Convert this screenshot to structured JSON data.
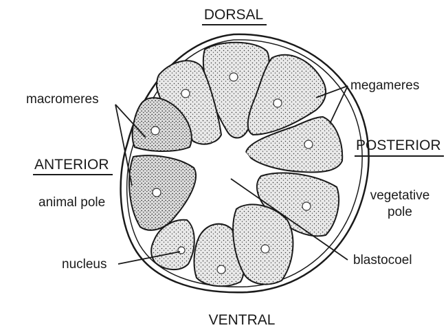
{
  "figure": {
    "orientation": {
      "dorsal": "DORSAL",
      "ventral": "VENTRAL",
      "anterior": "ANTERIOR",
      "posterior": "POSTERIOR"
    },
    "labels": {
      "macromeres": "macromeres",
      "megameres": "megameres",
      "animal_pole": "animal pole",
      "vegetative_line1": "vegetative",
      "vegetative_line2": "pole",
      "nucleus": "nucleus",
      "blastocoel": "blastocoel"
    }
  },
  "colors": {
    "ink": "#1a1a1a",
    "cell_fill": "#d4d4d4",
    "cavity_fill": "#ffffff"
  }
}
